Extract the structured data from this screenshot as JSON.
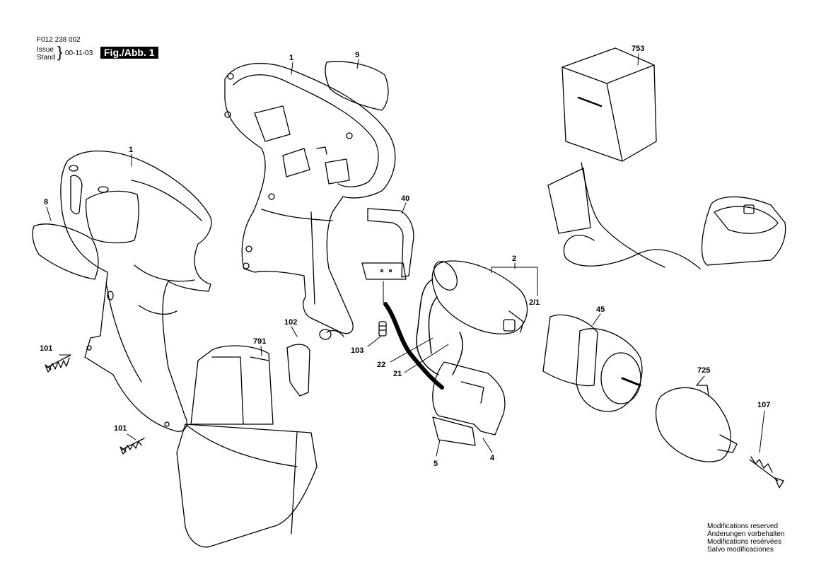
{
  "header": {
    "doc_number": "F012 238 002",
    "issue_label": "Issue",
    "stand_label": "Stand",
    "issue_date": "00-11-03",
    "figure_label": "Fig./Abb. 1"
  },
  "part_numbers": {
    "housing_left": "1",
    "housing_right": "1",
    "label_9": "9",
    "label_8": "8",
    "bracket": "40",
    "motor_assembly": "2",
    "motor_pinion": "2/1",
    "gearbox": "45",
    "charger": "753",
    "screw_101_top": "101",
    "screw_101_bottom": "101",
    "part_102": "102",
    "battery": "791",
    "screw_103": "103",
    "wire_22": "22",
    "wire_21": "21",
    "switch_5": "5",
    "switch_4": "4",
    "chuck": "725",
    "screw_107": "107"
  },
  "notes": [
    "Modifications reserved",
    "Änderungen vorbehalten",
    "Modifications resérvées",
    "Salvo modificaciones"
  ]
}
